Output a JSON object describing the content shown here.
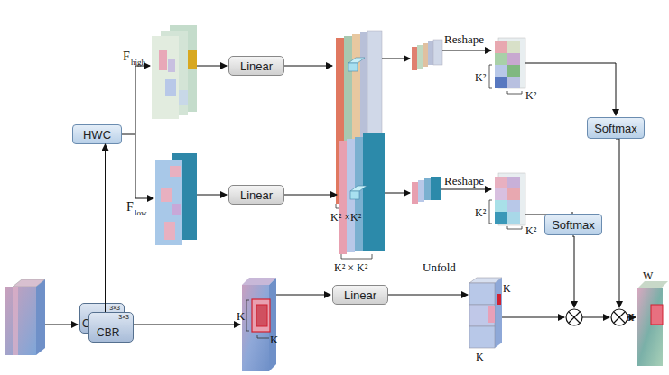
{
  "diagram": {
    "nodes": [
      {
        "text": [
          "Linear"
        ]
      },
      {
        "text": [
          "HWC"
        ]
      },
      {
        "text": [
          "Softmax"
        ]
      },
      {
        "text": [
          "Linear"
        ]
      },
      {
        "text": [
          "Softmax"
        ]
      },
      {
        "text": [
          "3×3",
          "C"
        ]
      },
      {
        "text": [
          "3×3",
          "CBR"
        ]
      },
      {
        "text": [
          "Linear"
        ]
      }
    ],
    "edges": [
      {
        "from": 6,
        "to": 1,
        "arrow": "to"
      }
    ],
    "labels": [
      "F",
      "high",
      "F",
      "low",
      "K² ×K²",
      "K² × K²",
      "Reshape",
      "Reshape",
      "K²",
      "K²",
      "K²",
      "K²",
      "K",
      "K",
      "Unfold",
      "K",
      "K",
      "W",
      "H"
    ]
  }
}
